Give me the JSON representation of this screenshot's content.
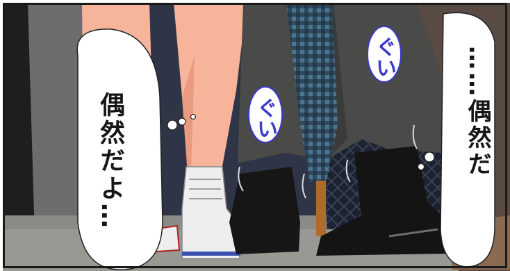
{
  "speech": {
    "left_line": "偶然だよ…",
    "right_line": "……偶然だ"
  },
  "sound_effects": {
    "sfx1": "ぐい",
    "sfx2": "ぐい"
  },
  "colors": {
    "sfx_text": "#3a3acb",
    "coat": "#4a4a48",
    "background_night": "#2f3447",
    "skin": "#f7b49a",
    "umbrella": "#3d5f74"
  }
}
